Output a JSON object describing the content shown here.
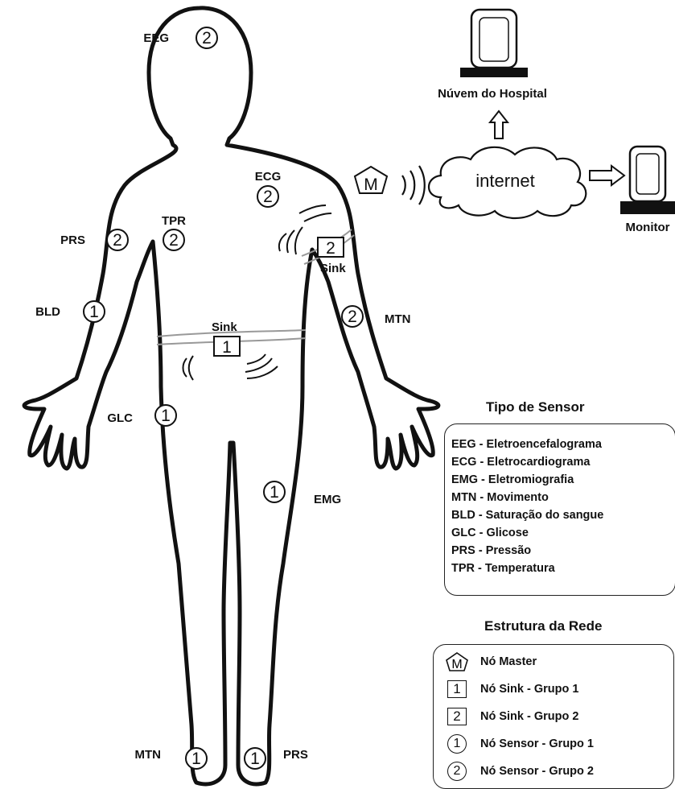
{
  "sensors_on_body": [
    {
      "code": "EEG",
      "group": "2"
    },
    {
      "code": "ECG",
      "group": "2"
    },
    {
      "code": "PRS",
      "group": "2"
    },
    {
      "code": "TPR",
      "group": "2"
    },
    {
      "code": "BLD",
      "group": "1"
    },
    {
      "code": "MTN",
      "group": "2"
    },
    {
      "code": "GLC",
      "group": "1"
    },
    {
      "code": "EMG",
      "group": "1"
    },
    {
      "code": "MTN",
      "group": "1"
    },
    {
      "code": "PRS",
      "group": "1"
    }
  ],
  "sinks": [
    {
      "label": "Sink",
      "group": "1"
    },
    {
      "label": "Sink",
      "group": "2"
    }
  ],
  "master": {
    "symbol": "M"
  },
  "cloud": {
    "label": "internet"
  },
  "hospital_cloud": {
    "label": "Núvem do Hospital"
  },
  "monitor": {
    "label": "Monitor"
  },
  "legend_sensors": {
    "title": "Tipo de Sensor",
    "items": [
      "EEG - Eletroencefalograma",
      "ECG - Eletrocardiograma",
      "EMG - Eletromiografia",
      "MTN - Movimento",
      "BLD - Saturação do sangue",
      "GLC - Glicose",
      "PRS - Pressão",
      "TPR - Temperatura"
    ]
  },
  "legend_network": {
    "title": "Estrutura da Rede",
    "items": [
      {
        "symbol": "M",
        "label": "Nó Master"
      },
      {
        "symbol": "1",
        "label": "Nó Sink - Grupo 1"
      },
      {
        "symbol": "2",
        "label": "Nó Sink - Grupo 2"
      },
      {
        "symbol": "1",
        "label": "Nó Sensor - Grupo 1"
      },
      {
        "symbol": "2",
        "label": "Nó Sensor - Grupo 2"
      }
    ]
  }
}
